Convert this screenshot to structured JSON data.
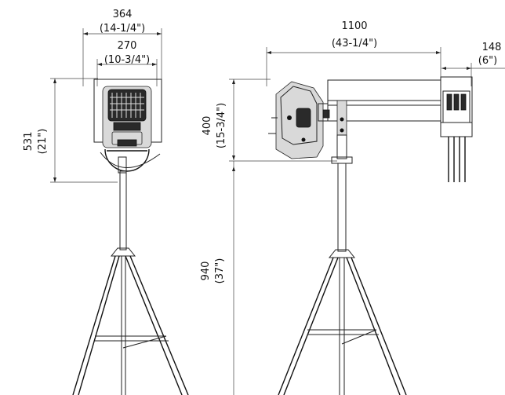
{
  "dimensions": {
    "front_width_outer_mm": "364",
    "front_width_outer_in": "(14-1/4\")",
    "front_width_inner_mm": "270",
    "front_width_inner_in": "(10-3/4\")",
    "front_height_mm": "531",
    "front_height_in": "(21\")",
    "arm_length_mm": "1100",
    "arm_length_in": "(43-1/4\")",
    "end_width_mm": "148",
    "end_width_in": "(6\")",
    "side_height_mm": "400",
    "side_height_in": "(15-3/4\")",
    "stand_height_mm": "940",
    "stand_height_in": "(37\")"
  }
}
